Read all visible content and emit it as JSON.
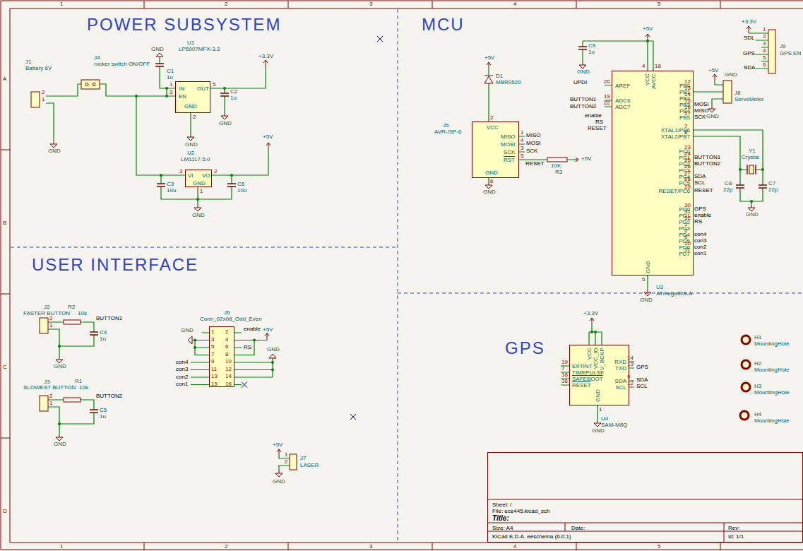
{
  "diagram": {
    "nodes": [
      {
        "text": [
          "POWER SUBSYSTEM"
        ]
      },
      {
        "text": [
          "U1",
          "LP5907MFX-3.3",
          "IN",
          "EN",
          "OUT",
          "GND"
        ],
        "in": 0
      },
      {
        "text": [
          "U2",
          "LM1117-5.0",
          "VI",
          "VO",
          "GND"
        ],
        "in": 0
      },
      {
        "text": [
          "MCU"
        ]
      },
      {
        "text": [
          "J5",
          "AVR-ISP-6",
          "VCC",
          "MISO",
          "MOSI",
          "SCK",
          "RST",
          "GND"
        ],
        "in": 3
      },
      {
        "text": [
          "U3",
          "ATmega328-A",
          "VCC",
          "AVCC",
          "AREF",
          "ADC6",
          "ADC7",
          "PB0",
          "PB1",
          "PB2",
          "PB3",
          "PB4",
          "PB5",
          "XTAL1/PB6",
          "XTAL2/PB7",
          "PC0",
          "PC1",
          "PC2",
          "PC3",
          "PC4",
          "PC5",
          "RESET/PC6",
          "PD0",
          "PD1",
          "PD2",
          "PD3",
          "PD4",
          "PD5",
          "PD6",
          "PD7",
          "GND"
        ],
        "in": 3
      },
      {
        "text": [
          "USER INTERFACE"
        ]
      },
      {
        "text": [
          "J6",
          "Conn_02x08_Odd_Even"
        ],
        "in": 6
      },
      {
        "text": [
          "GPS"
        ]
      },
      {
        "text": [
          "U4",
          "SAM-M8Q",
          "VCC",
          "VCC_IO",
          "V_BCKP",
          "EXTINT",
          "TIMEPULSE",
          "SAFEBOOT",
          "RESET",
          "RXD",
          "TXD",
          "SDA",
          "SCL",
          "GND"
        ],
        "in": 8
      },
      {
        "text": [
          "Sheet: /",
          "File: ece445.kicad_sch",
          "Title:",
          "Size: A4",
          "Date:",
          "KiCad E.D.A. eeschema (6.0.1)",
          "Rev:",
          "Id: 1/1"
        ]
      }
    ],
    "edges": [
      {
        "from": 1,
        "to": 2,
        "arrow": "none"
      }
    ],
    "labels": [
      "1",
      "2",
      "3",
      "4",
      "5",
      "1",
      "2",
      "3",
      "4",
      "5",
      "A",
      "B",
      "C",
      "D",
      "GND",
      "C1",
      "1u",
      "J4",
      "rocker switch ON/OFF",
      "J1",
      "Battery 6V",
      "2",
      "1",
      "1",
      "3",
      "5",
      "2",
      "+3.3V",
      "C2",
      "1u",
      "GND",
      "GND",
      "GND",
      "+5V",
      "3",
      "2",
      "1",
      "C3",
      "10u",
      "C6",
      "10u",
      "GND",
      "+5V",
      "D1",
      "MBR0520",
      "2",
      "1",
      "MISO",
      "4",
      "MOSI",
      "3",
      "SCK",
      "5",
      "RESET",
      "6",
      "10K",
      "R3",
      "+5V",
      "GND",
      "+5V",
      "C9",
      "1u",
      "GND",
      "UPDI",
      "20",
      "BUTTON1",
      "19",
      "BUTTON2",
      "22",
      "enable",
      "RS",
      "RESET",
      "4",
      "18",
      "12",
      "13",
      "14",
      "15",
      "MOSI",
      "16",
      "MISO",
      "17",
      "SCK",
      "7",
      "8",
      "23",
      "24",
      "BUTTON1",
      "25",
      "BUTTON2",
      "26",
      "27",
      "SDA",
      "28",
      "SCL",
      "29",
      "RESET",
      "30",
      "GPS",
      "31",
      "enable",
      "32",
      "RS",
      "1",
      "2",
      "con4",
      "9",
      "con3",
      "10",
      "con2",
      "11",
      "con1",
      "5",
      "GND",
      "+5V",
      "GND",
      "J8",
      "ServoMotor",
      "GND",
      "+3.3V",
      "1",
      "2",
      "3",
      "4",
      "5",
      "6",
      "SDL",
      "GPS",
      "SDA",
      "J9",
      "GPS EN",
      "Y1",
      "Crystal",
      "C8",
      "22p",
      "C7",
      "22p",
      "GND",
      "+3.3V",
      "19",
      "7",
      "18",
      "16",
      "14",
      "13",
      "GPS",
      "9",
      "SDA",
      "12",
      "SCL",
      "1",
      "GND",
      "H1",
      "MountingHole",
      "H2",
      "MountingHole",
      "H3",
      "MountingHole",
      "H4",
      "MountingHole",
      "J2",
      "FASTER BUTTON",
      "R2",
      "10k",
      "2",
      "1",
      "BUTTON1",
      "C4",
      "1u",
      "GND",
      "J3",
      "SLOWEST BUTTON",
      "R1",
      "10k",
      "2",
      "1",
      "BUTTON2",
      "C5",
      "1u",
      "GND",
      "GND",
      "1",
      "3",
      "5",
      "7",
      "9",
      "11",
      "13",
      "15",
      "2",
      "4",
      "6",
      "8",
      "10",
      "12",
      "14",
      "16",
      "enable",
      "RS",
      "+5V",
      "GND",
      "con4",
      "con3",
      "con2",
      "con1",
      "+5V",
      "1",
      "2",
      "J7",
      "LASER",
      "GND"
    ]
  }
}
